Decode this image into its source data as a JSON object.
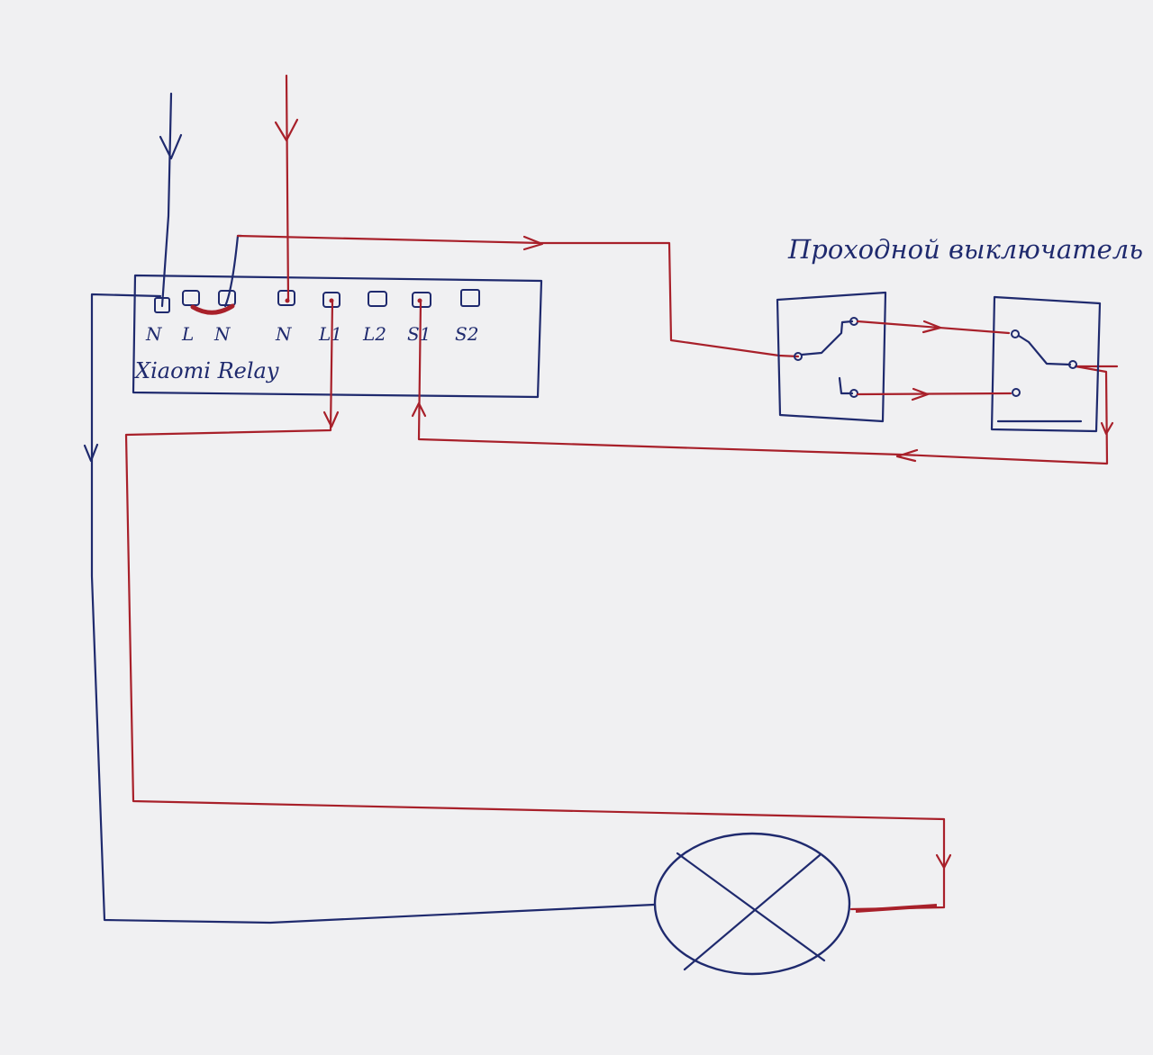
{
  "relay": {
    "title": "Xiaomi Relay",
    "terminals": [
      "N",
      "L",
      "N",
      "N",
      "L1",
      "L2",
      "S1",
      "S2"
    ]
  },
  "switch_caption": "Проходной выключатель",
  "colors": {
    "paper": "#f0f0f2",
    "neutral_wire": "#1f2a6e",
    "phase_wire": "#a8202a",
    "ink": "#1f2a6e"
  },
  "icons": [
    "lamp-icon",
    "two-way-switch-icon"
  ]
}
